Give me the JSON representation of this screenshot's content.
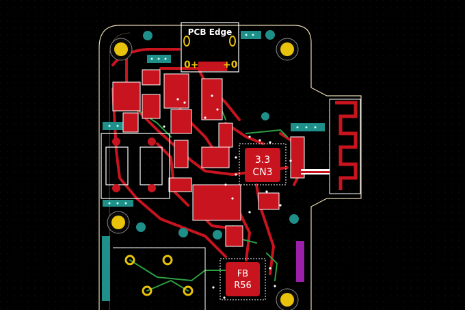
{
  "canvas": {
    "background": "#000000",
    "grid_color": "#2a2a2a"
  },
  "colors": {
    "board_outline": "#e6d7b0",
    "copper_top": "#c8141e",
    "copper_bottom": "#2ea043",
    "silkscreen": "#ffffff",
    "pad_gold": "#e8c20b",
    "via_teal": "#1f8f8a",
    "via_hole": "#2b4a48",
    "purple_zone": "#9b1fa8"
  },
  "labels": {
    "pcb_edge": "PCB Edge",
    "connector_pins_left": "0",
    "connector_pins_right": "0",
    "connector_plus_left": "0+",
    "connector_plus_right": "+0",
    "ic_main_line1": "3.3",
    "ic_main_line2": "CN3",
    "ic_fb_line1": "FB",
    "ic_fb_line2": "R56"
  },
  "icons": {
    "mounting_hole": "mounting-hole-icon",
    "antenna": "antenna-icon"
  }
}
